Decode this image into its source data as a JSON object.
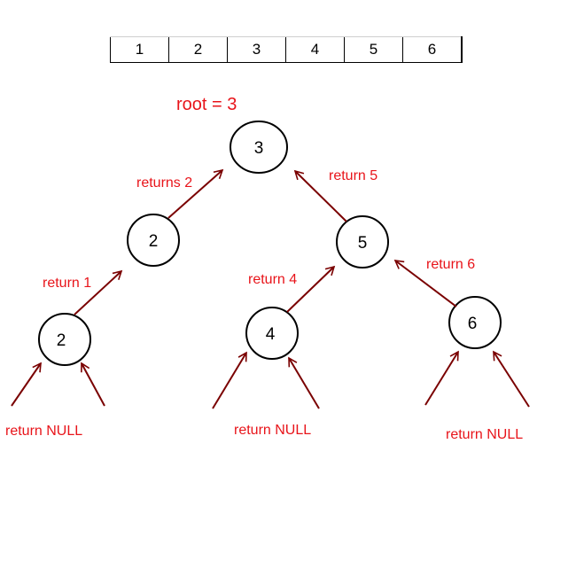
{
  "array": {
    "cells": [
      "1",
      "2",
      "3",
      "4",
      "5",
      "6"
    ]
  },
  "tree": {
    "root_label": "root = 3",
    "nodes": {
      "n3": "3",
      "n2": "2",
      "n5": "5",
      "n2b": "2",
      "n4": "4",
      "n6": "6"
    },
    "edge_labels": {
      "returns_2": "returns 2",
      "return_5": "return 5",
      "return_1": "return 1",
      "return_4": "return 4",
      "return_6": "return 6"
    },
    "null_labels": {
      "left": "return NULL",
      "middle": "return NULL",
      "right": "return NULL"
    }
  },
  "colors": {
    "arrow": "#7a0000",
    "label_text": "#e8141a",
    "node_stroke": "#000000"
  }
}
